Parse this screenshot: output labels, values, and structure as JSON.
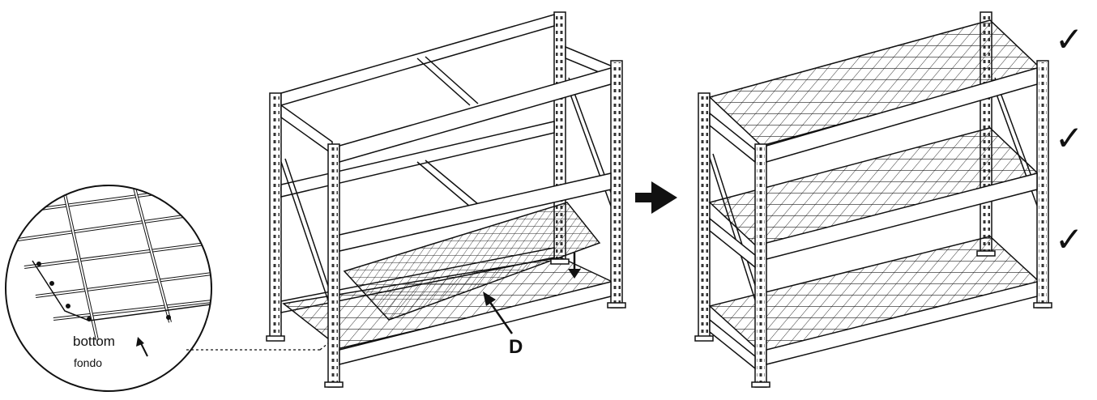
{
  "labels": {
    "bottom_en": "bottom",
    "bottom_es": "fondo",
    "part_letter": "D"
  },
  "checks": [
    "✓",
    "✓",
    "✓"
  ],
  "icons": {
    "flow_arrow": "arrow-right-icon",
    "check": "check-mark-icon"
  },
  "colors": {
    "ink": "#111111",
    "background": "#ffffff"
  }
}
